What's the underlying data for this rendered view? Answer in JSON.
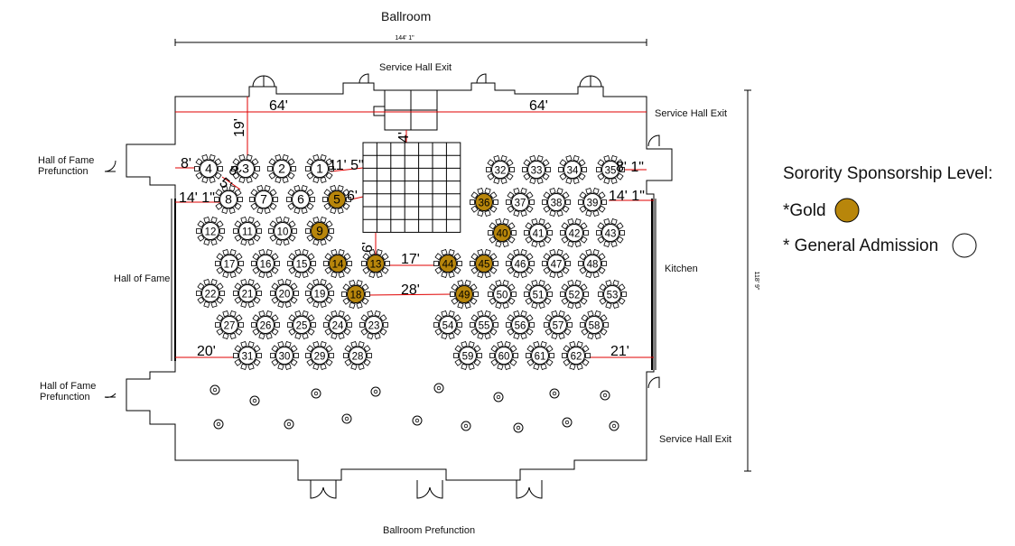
{
  "room": {
    "title": "Ballroom",
    "bottom_label": "Ballroom Prefunction",
    "top_dimension": "144' 1\"",
    "side_dimension": "118' 9\"",
    "service_exit_top": "Service Hall Exit",
    "service_exit_right": "Service Hall Exit",
    "service_exit_bottom": "Service Hall Exit",
    "hall_of_fame": "Hall of Fame",
    "hof_prefunction_top": "Hall of Fame\nPrefunction",
    "hof_prefunction_bottom": "Hall of Fame\nPrefunction",
    "kitchen": "Kitchen"
  },
  "measurements": {
    "top_left": "64'",
    "top_right": "64'",
    "vertical_top": "19'",
    "left_8": "8'",
    "row1_gap": "11' 5\"",
    "right_top": "8' 1\"",
    "left_row2": "14' 1\"",
    "row2_gap": "6'",
    "right_row2": "14' 1\"",
    "dance_floor_vertical": "4'",
    "dance_floor_gap": "6'",
    "diag_a": "6'",
    "diag_b": "5'",
    "gap_17": "17'",
    "gap_28": "28'",
    "left_bottom": "20'",
    "right_bottom": "21'"
  },
  "legend": {
    "heading": "Sorority Sponsorship Level:",
    "gold_label": "*Gold",
    "general_label": "* General Admission",
    "gold_color": "#b8860b",
    "general_color": "#ffffff"
  },
  "tables": [
    {
      "n": "4",
      "gold": false
    },
    {
      "n": "3",
      "gold": false
    },
    {
      "n": "2",
      "gold": false
    },
    {
      "n": "1",
      "gold": false
    },
    {
      "n": "8",
      "gold": false
    },
    {
      "n": "7",
      "gold": false
    },
    {
      "n": "6",
      "gold": false
    },
    {
      "n": "5",
      "gold": true
    },
    {
      "n": "12",
      "gold": false
    },
    {
      "n": "11",
      "gold": false
    },
    {
      "n": "10",
      "gold": false
    },
    {
      "n": "9",
      "gold": true
    },
    {
      "n": "17",
      "gold": false
    },
    {
      "n": "16",
      "gold": false
    },
    {
      "n": "15",
      "gold": false
    },
    {
      "n": "14",
      "gold": true
    },
    {
      "n": "13",
      "gold": true
    },
    {
      "n": "22",
      "gold": false
    },
    {
      "n": "21",
      "gold": false
    },
    {
      "n": "20",
      "gold": false
    },
    {
      "n": "19",
      "gold": false
    },
    {
      "n": "18",
      "gold": true
    },
    {
      "n": "27",
      "gold": false
    },
    {
      "n": "26",
      "gold": false
    },
    {
      "n": "25",
      "gold": false
    },
    {
      "n": "24",
      "gold": false
    },
    {
      "n": "23",
      "gold": false
    },
    {
      "n": "31",
      "gold": false
    },
    {
      "n": "30",
      "gold": false
    },
    {
      "n": "29",
      "gold": false
    },
    {
      "n": "28",
      "gold": false
    },
    {
      "n": "32",
      "gold": false
    },
    {
      "n": "33",
      "gold": false
    },
    {
      "n": "34",
      "gold": false
    },
    {
      "n": "35",
      "gold": false
    },
    {
      "n": "36",
      "gold": true
    },
    {
      "n": "37",
      "gold": false
    },
    {
      "n": "38",
      "gold": false
    },
    {
      "n": "39",
      "gold": false
    },
    {
      "n": "40",
      "gold": true
    },
    {
      "n": "41",
      "gold": false
    },
    {
      "n": "42",
      "gold": false
    },
    {
      "n": "43",
      "gold": false
    },
    {
      "n": "44",
      "gold": true
    },
    {
      "n": "45",
      "gold": true
    },
    {
      "n": "46",
      "gold": false
    },
    {
      "n": "47",
      "gold": false
    },
    {
      "n": "48",
      "gold": false
    },
    {
      "n": "49",
      "gold": true
    },
    {
      "n": "50",
      "gold": false
    },
    {
      "n": "51",
      "gold": false
    },
    {
      "n": "52",
      "gold": false
    },
    {
      "n": "53",
      "gold": false
    },
    {
      "n": "54",
      "gold": false
    },
    {
      "n": "55",
      "gold": false
    },
    {
      "n": "56",
      "gold": false
    },
    {
      "n": "57",
      "gold": false
    },
    {
      "n": "58",
      "gold": false
    },
    {
      "n": "59",
      "gold": false
    },
    {
      "n": "60",
      "gold": false
    },
    {
      "n": "61",
      "gold": false
    },
    {
      "n": "62",
      "gold": false
    }
  ]
}
